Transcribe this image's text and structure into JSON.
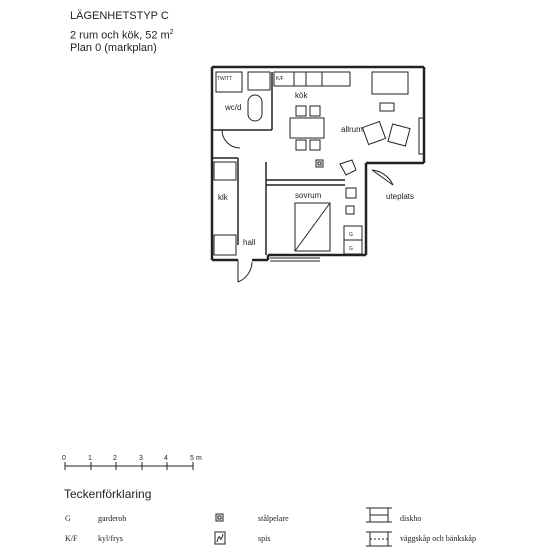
{
  "header": {
    "type_title": "LÄGENHETSTYP C",
    "area_text": "2 rum och kök, 52 m",
    "area_sup": "2",
    "plan": "Plan 0 (markplan)"
  },
  "rooms": {
    "kok": "kök",
    "wcd": "wc/d",
    "allrum": "allrum",
    "klk": "klk",
    "hall": "hall",
    "sovrum": "sovrum",
    "uteplats": "uteplats",
    "twtt": "TW/TT",
    "kf": "K/F",
    "g1": "G",
    "g2": "G"
  },
  "scale": {
    "ticks": [
      "0",
      "1",
      "2",
      "3",
      "4",
      "5"
    ],
    "unit": "m"
  },
  "legend": {
    "title": "Teckenförklaring",
    "items": [
      {
        "symbol": "G",
        "label": "garderob"
      },
      {
        "symbol": "K/F",
        "label": "kyl/frys"
      },
      {
        "symbol": "stalpelare-icon",
        "label": "stålpelare"
      },
      {
        "symbol": "spis-icon",
        "label": "spis"
      },
      {
        "symbol": "diskho-icon",
        "label": "diskho"
      },
      {
        "symbol": "vaggskap-icon",
        "label": "väggskåp och bänkskåp"
      }
    ]
  }
}
